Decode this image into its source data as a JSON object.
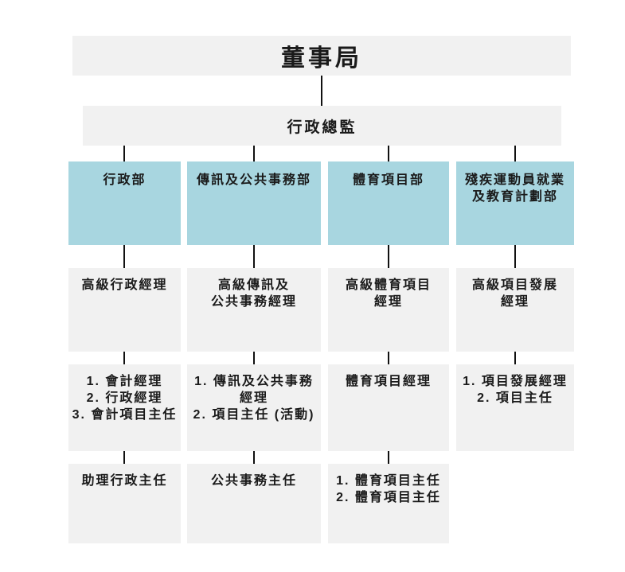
{
  "chart_type": "org-chart",
  "colors": {
    "department_fill": "#a8d6e0",
    "node_fill": "#f1f1f1",
    "text": "#1a1a1a",
    "connector": "#111111",
    "background": "#ffffff"
  },
  "chart": {
    "root": {
      "label": "董事局"
    },
    "ceo": {
      "label": "行政總監"
    },
    "columns": [
      {
        "department": "行政部",
        "senior": "高級行政經理",
        "managers": "1. 會計經理\n2. 行政經理\n3. 會計項目主任",
        "officers": "助理行政主任"
      },
      {
        "department": "傳訊及公共事務部",
        "senior": "高級傳訊及\n公共事務經理",
        "managers": "1. 傳訊及公共事務\n經理\n2. 項目主任 (活動)",
        "officers": "公共事務主任"
      },
      {
        "department": "體育項目部",
        "senior": "高級體育項目\n經理",
        "managers": "體育項目經理",
        "officers": "1. 體育項目主任\n2. 體育項目主任"
      },
      {
        "department": "殘疾運動員就業\n及教育計劃部",
        "senior": "高級項目發展\n經理",
        "managers": "1. 項目發展經理\n2. 項目主任"
      }
    ]
  }
}
